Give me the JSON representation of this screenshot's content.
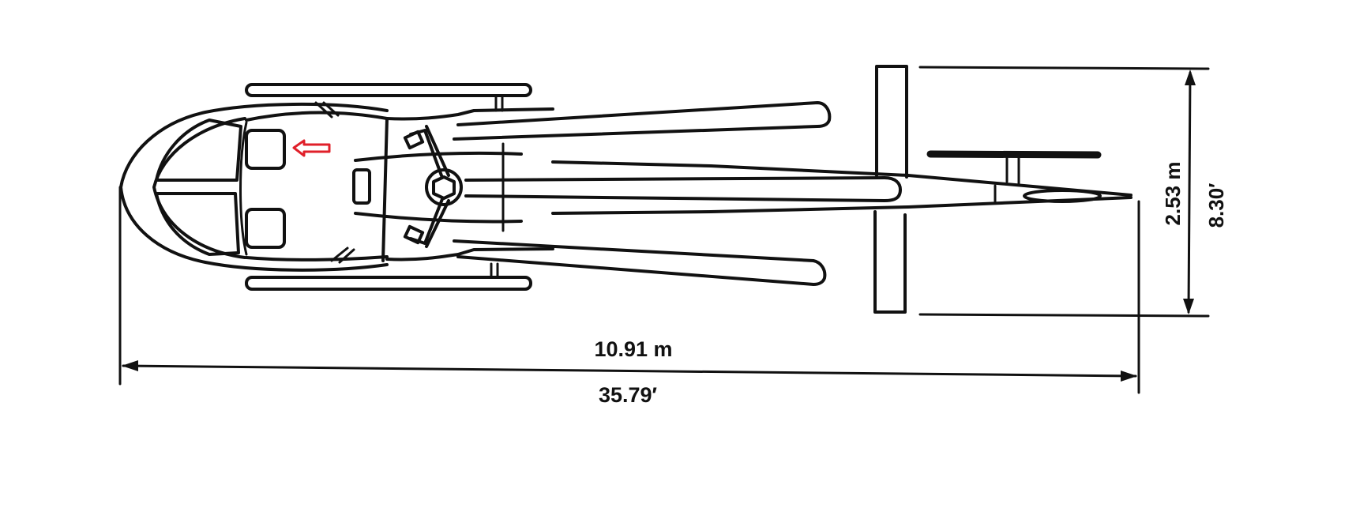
{
  "diagram": {
    "subject": "Helicopter top view with overall dimensions",
    "colors": {
      "line": "#111111",
      "background": "#ffffff",
      "annotation_arrow": "#e0202a"
    },
    "dimensions": {
      "length": {
        "metric": "10.91 m",
        "imperial": "35.79′"
      },
      "width": {
        "metric": "2.53 m",
        "imperial": "8.30′"
      }
    },
    "annotation": {
      "type": "arrow-left",
      "color": "#e0202a"
    }
  }
}
